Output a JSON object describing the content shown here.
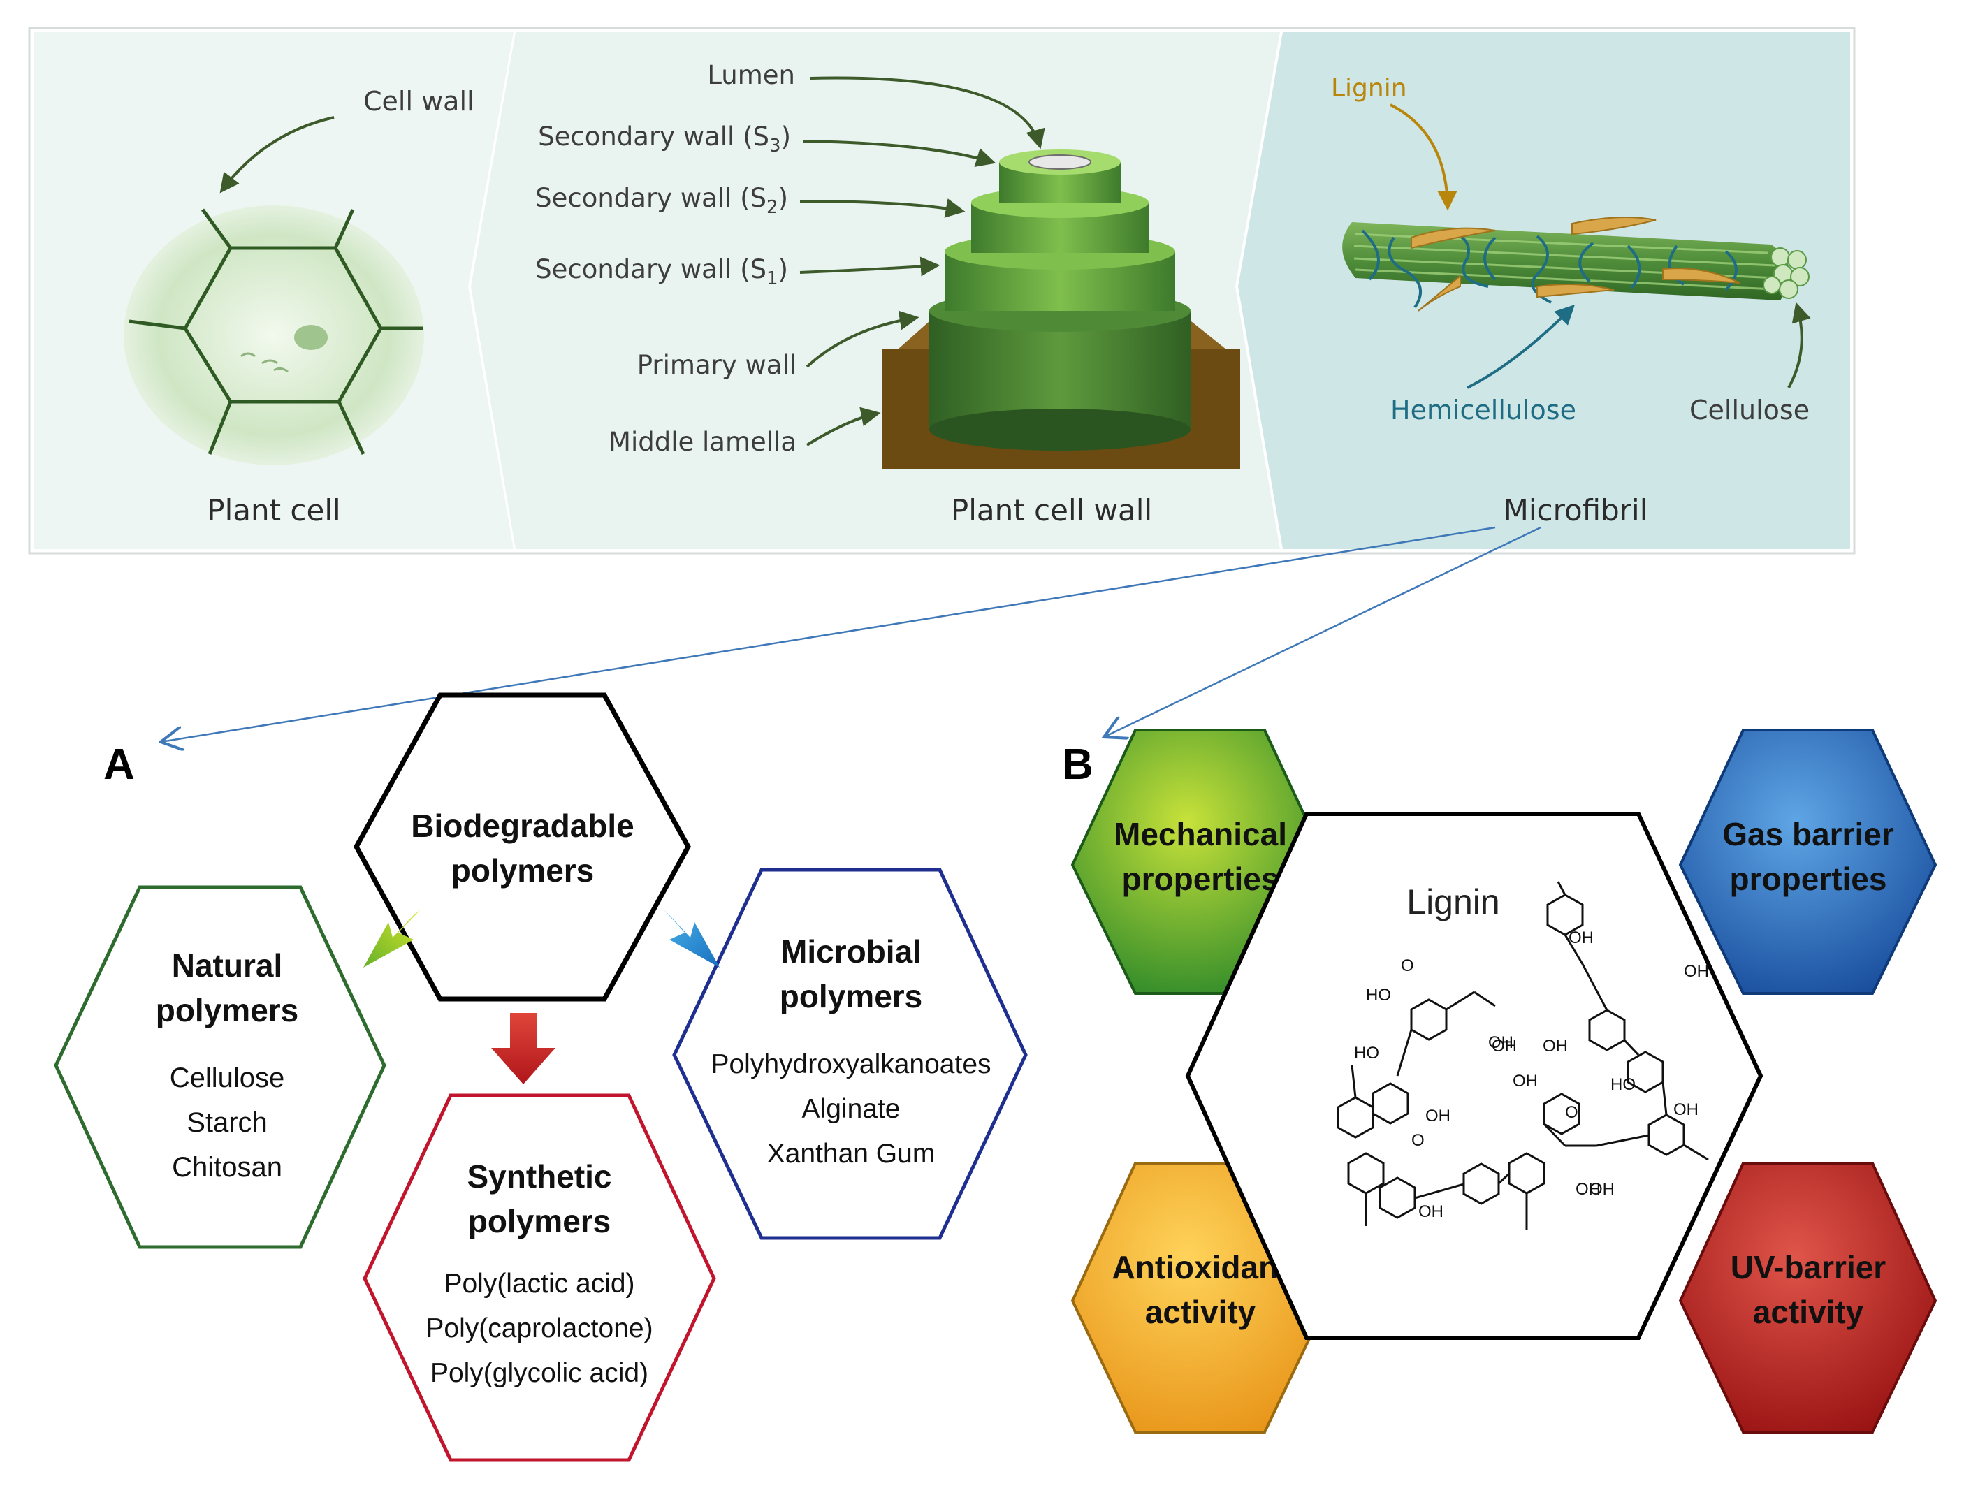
{
  "colors": {
    "panel_left": "#eef6f3",
    "panel_mid": "#e9f3f0",
    "panel_right": "#cfe6e6",
    "arrow_olive": "#3d5a2a",
    "lignin_gold": "#b8860b",
    "hemicellulose_teal": "#1f6d85",
    "connector_blue": "#3f78b8",
    "natural": "#2e6b2e",
    "synthetic": "#c0152c",
    "microbial": "#1f2f8f",
    "mechanical": "#4ea82a",
    "gas_barrier": "#1f63b5",
    "antioxidant": "#f0a61c",
    "uv_barrier": "#b01f1f"
  },
  "top": {
    "plant_cell": {
      "caption": "Plant cell",
      "cell_wall_label": "Cell wall"
    },
    "cell_wall": {
      "caption": "Plant cell wall",
      "layers": [
        {
          "name": "Lumen",
          "sub": ""
        },
        {
          "name": "Secondary wall (S",
          "sub": "3",
          "close": ")"
        },
        {
          "name": "Secondary wall (S",
          "sub": "2",
          "close": ")"
        },
        {
          "name": "Secondary wall (S",
          "sub": "1",
          "close": ")"
        },
        {
          "name": "Primary wall",
          "sub": ""
        },
        {
          "name": "Middle lamella",
          "sub": ""
        }
      ]
    },
    "microfibril": {
      "caption": "Microfibril",
      "lignin": "Lignin",
      "hemicellulose": "Hemicellulose",
      "cellulose": "Cellulose"
    }
  },
  "panel_a": {
    "letter": "A",
    "center": {
      "title": [
        "Biodegradable",
        "polymers"
      ]
    },
    "natural": {
      "title": [
        "Natural",
        "polymers"
      ],
      "items": [
        "Cellulose",
        "Starch",
        "Chitosan"
      ]
    },
    "synthetic": {
      "title": [
        "Synthetic",
        "polymers"
      ],
      "items": [
        "Poly(lactic acid)",
        "Poly(caprolactone)",
        "Poly(glycolic acid)"
      ]
    },
    "microbial": {
      "title": [
        "Microbial",
        "polymers"
      ],
      "items": [
        "Polyhydroxyalkanoates",
        "Alginate",
        "Xanthan Gum"
      ]
    }
  },
  "panel_b": {
    "letter": "B",
    "center_label": "Lignin",
    "mechanical": [
      "Mechanical",
      "properties"
    ],
    "gas_barrier": [
      "Gas barrier",
      "properties"
    ],
    "antioxidant": [
      "Antioxidant",
      "activity"
    ],
    "uv_barrier": [
      "UV-barrier",
      "activity"
    ],
    "structure_labels": [
      "HO",
      "OH",
      "O",
      "OH",
      "HO",
      "OH",
      "OH",
      "O",
      "O",
      "HO",
      "OH",
      "OH",
      "OH",
      "OH",
      "OH",
      "OH",
      "OH"
    ]
  }
}
